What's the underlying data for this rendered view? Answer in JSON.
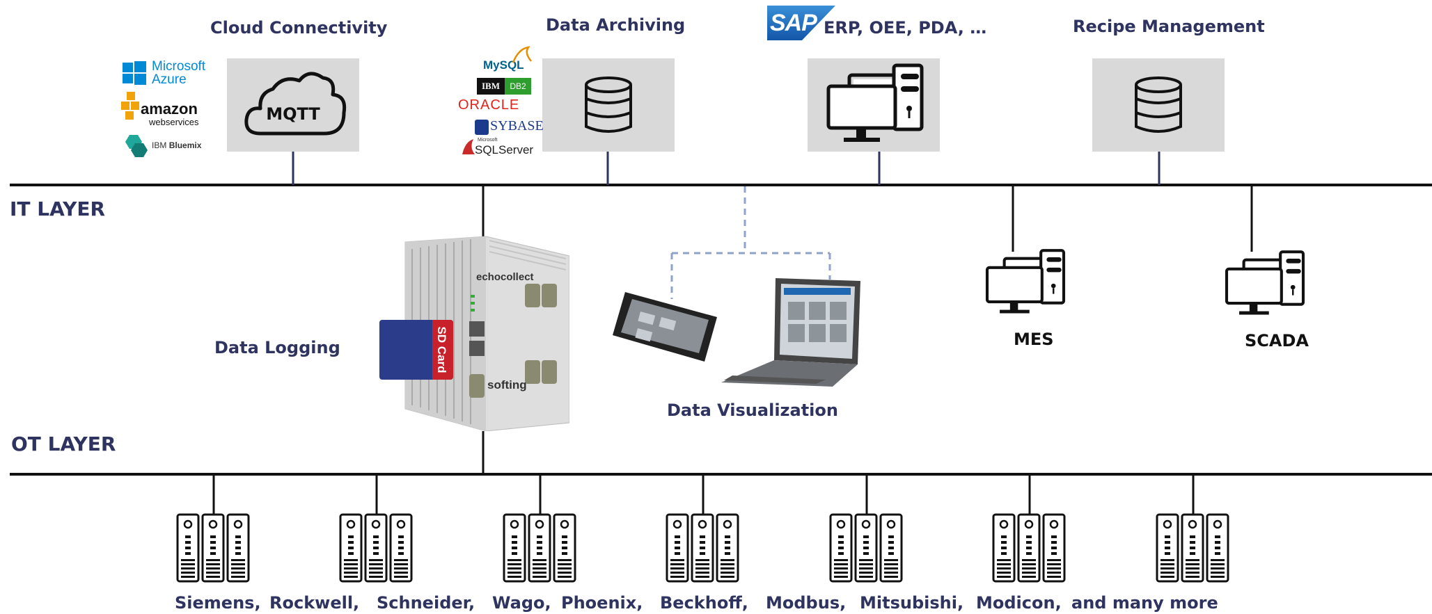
{
  "it_services": {
    "cloud": {
      "label": "Cloud Connectivity",
      "box_label": "MQTT",
      "icon": "cloud-icon"
    },
    "archiving": {
      "label": "Data Archiving",
      "icon": "database-icon"
    },
    "erp": {
      "logo": "SAP",
      "label": "ERP, OEE, PDA, …",
      "icon": "workstation-icon"
    },
    "recipe": {
      "label": "Recipe Management",
      "icon": "database-icon"
    }
  },
  "cloud_logos": {
    "azure_line1": "Microsoft",
    "azure_line2": "Azure",
    "amazon_line1": "amazon",
    "amazon_line2": "webservices",
    "ibm_prefix": "IBM",
    "ibm_name": "Bluemix"
  },
  "db_logos": {
    "mysql": "MySQL",
    "ibm": "IBM",
    "db2": "DB2",
    "oracle": "ORACLE",
    "sybase": "SYBASE",
    "sql_small": "Microsoft",
    "sqlserver": "SQLServer"
  },
  "layers": {
    "it": "IT LAYER",
    "ot": "OT LAYER"
  },
  "device": {
    "brand": "echocollect",
    "maker": "softing",
    "sd_card": "SD Card",
    "logging_label": "Data Logging"
  },
  "visualization": {
    "label": "Data Visualization"
  },
  "it_systems": [
    {
      "label": "MES",
      "icon": "workstation-icon"
    },
    {
      "label": "SCADA",
      "icon": "workstation-icon"
    }
  ],
  "vendors": [
    "Siemens,",
    "Rockwell,",
    "Schneider,",
    "Wago,",
    "Phoenix,",
    "Beckhoff,",
    "Modbus,",
    "Mitsubishi,",
    "Modicon,",
    "and many more"
  ],
  "colors": {
    "navy": "#2f3360",
    "box_gray": "#d9d9d9",
    "dash": "#8ea2cc",
    "sap_blue": "#1a6dbf",
    "aws_orange": "#f0a30a",
    "azure_blue": "#0089d6",
    "oracle_red": "#e2231a"
  }
}
